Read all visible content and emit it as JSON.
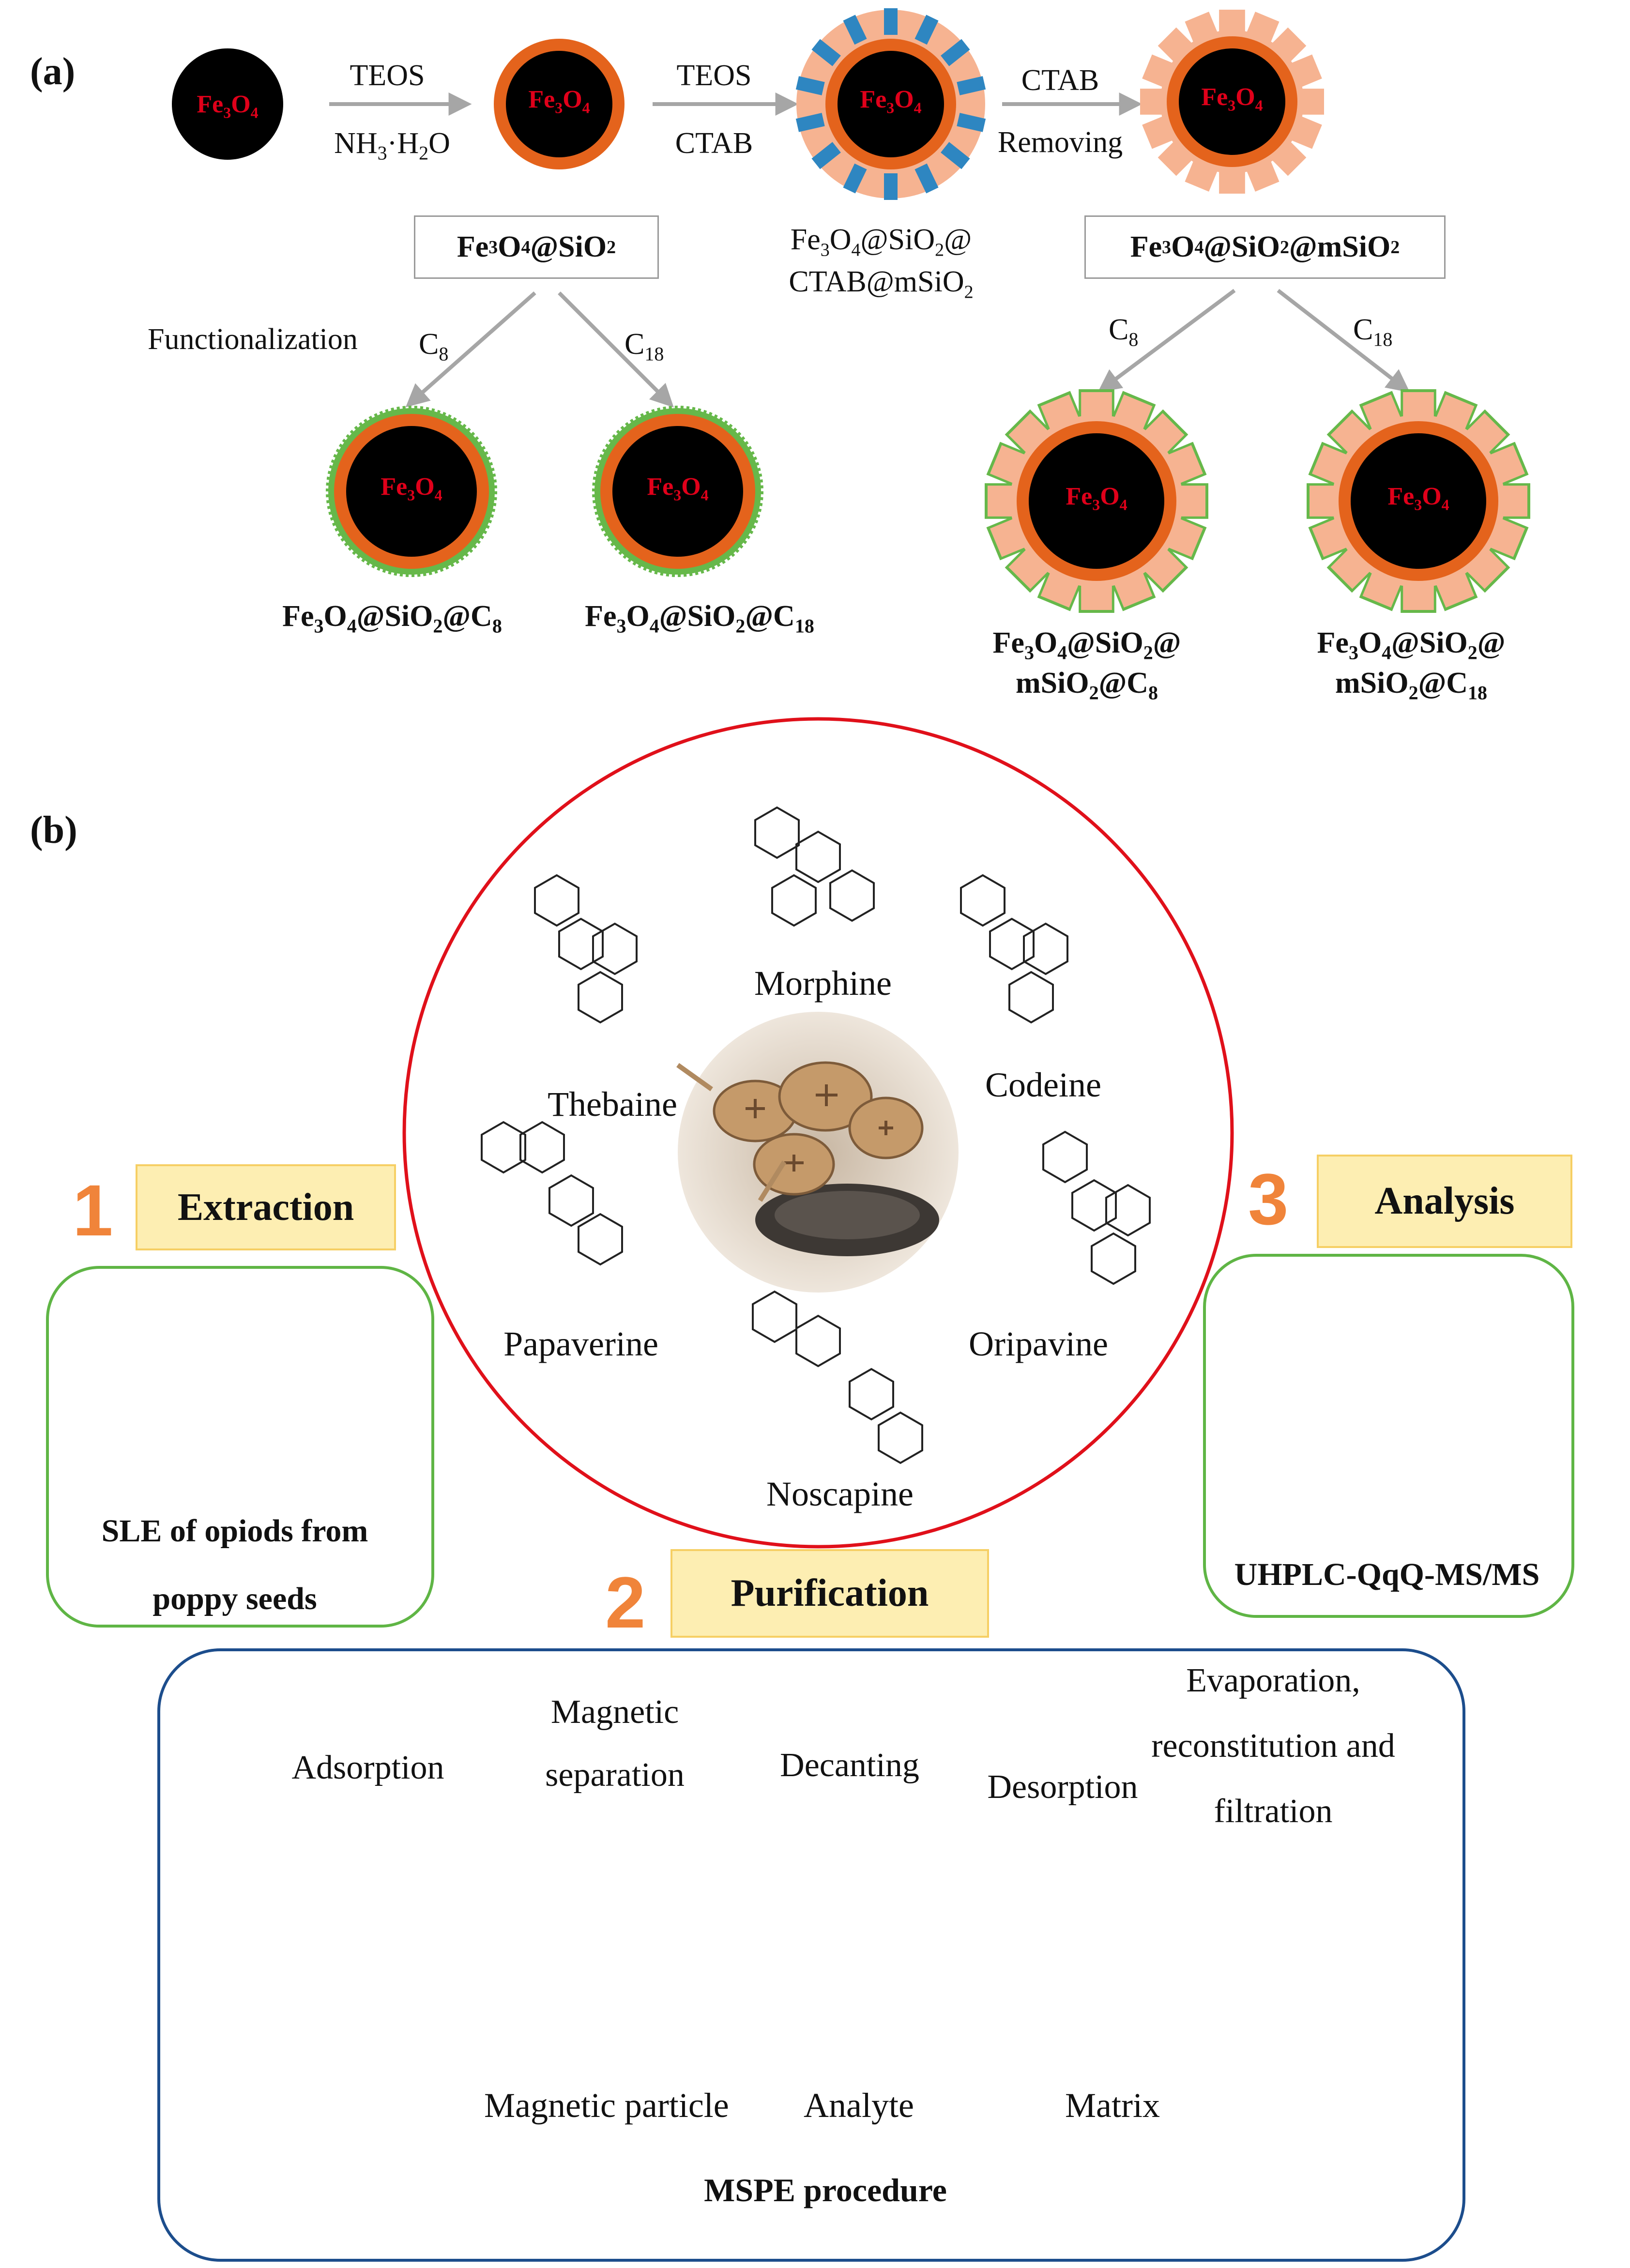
{
  "panel_a": {
    "label": "(a)",
    "core_label": "Fe3O4",
    "arrow1": {
      "top": "TEOS",
      "bottom": "NH3·H2O"
    },
    "arrow2": {
      "top": "TEOS",
      "bottom": "CTAB"
    },
    "arrow3": {
      "top": "CTAB",
      "bottom": "Removing"
    },
    "box1": "Fe3O4@SiO2",
    "intermediate": "Fe3O4@SiO2@ CTAB@mSiO2",
    "box2": "Fe3O4@SiO2@mSiO2",
    "functionalization": "Functionalization",
    "branch_c8": "C8",
    "branch_c18": "C18",
    "products": [
      "Fe3O4@SiO2@C8",
      "Fe3O4@SiO2@C18",
      "Fe3O4@SiO2@ mSiO2@C8",
      "Fe3O4@SiO2@ mSiO2@C18"
    ]
  },
  "panel_b": {
    "label": "(b)",
    "compounds": [
      "Morphine",
      "Thebaine",
      "Codeine",
      "Papaverine",
      "Oripavine",
      "Noscapine"
    ],
    "step1": {
      "number": "1",
      "title": "Extraction",
      "caption_line1": "SLE of opiods from",
      "caption_line2": "poppy seeds"
    },
    "step2": {
      "number": "2",
      "title": "Purification"
    },
    "step3": {
      "number": "3",
      "title": "Analysis",
      "caption": "UHPLC-QqQ-MS/MS"
    },
    "mspe_steps": {
      "adsorption": "Adsorption",
      "magnetic_1": "Magnetic",
      "magnetic_2": "separation",
      "decanting": "Decanting",
      "desorption": "Desorption",
      "evap_1": "Evaporation,",
      "evap_2": "reconstitution and",
      "evap_3": "filtration"
    },
    "legend": {
      "magnetic": "Magnetic particle",
      "analyte": "Analyte",
      "matrix": "Matrix"
    },
    "mspe_title": "MSPE procedure"
  },
  "colors": {
    "core": "#000000",
    "core_text": "#e0001a",
    "silica_shell": "#e4631c",
    "mesoporous": "#f6b391",
    "ctab": "#2e86c1",
    "functional": "#66b84a",
    "red_circle": "#e0101a",
    "green_box": "#5fb545",
    "blue_box": "#1c4d8c",
    "arrow_blue": "#1f6fc0",
    "analyte": "#e0101a",
    "matrix": "#f2b51d",
    "step_number": "#f0843a",
    "step_box": "#fdeeb2"
  },
  "icons": [
    "poppy-photo",
    "centrifuge-tube-icon",
    "stirrer-icon",
    "rotation-arrow-icon",
    "lcms-instrument-icon",
    "vial-icon",
    "magnet-icon",
    "process-arrow-icon"
  ]
}
